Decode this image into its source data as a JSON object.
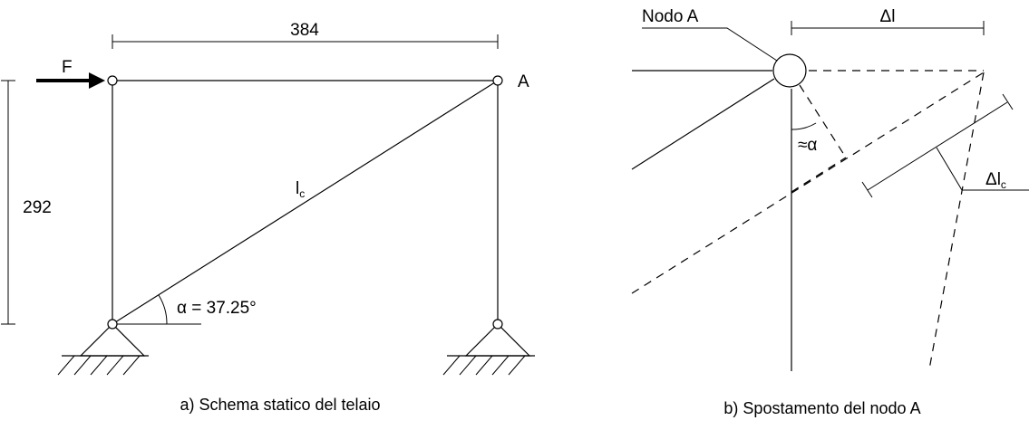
{
  "left_panel": {
    "span_label": "384",
    "height_label": "292",
    "force_label": "F",
    "node_label": "A",
    "diagonal_label": "l",
    "diagonal_subscript": "c",
    "angle_label": "α = 37.25°",
    "caption": "a) Schema statico del telaio"
  },
  "right_panel": {
    "node_label": "Nodo A",
    "delta_label": "Δl",
    "angle_label": "≈α",
    "delta_c_label": "Δl",
    "delta_c_subscript": "c",
    "caption": "b) Spostamento del nodo A"
  }
}
